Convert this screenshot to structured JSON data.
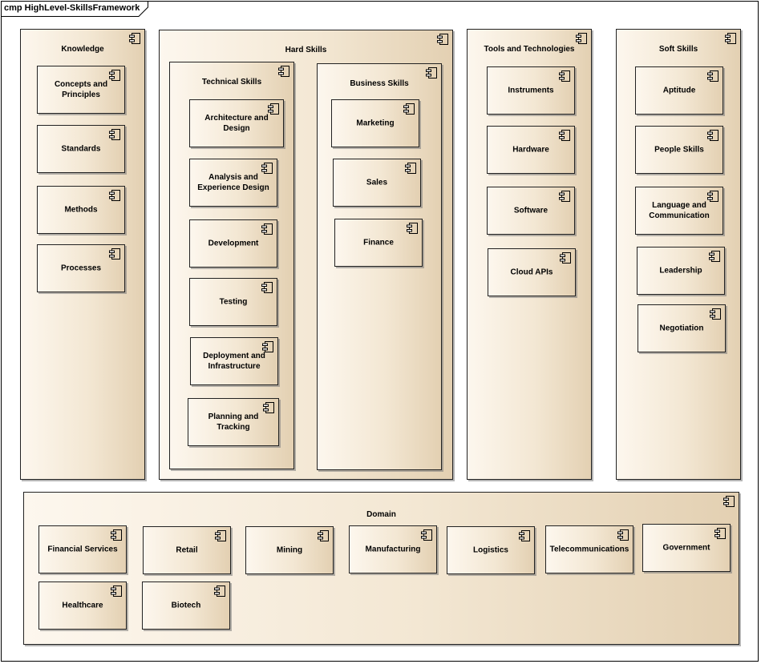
{
  "diagram_title": "cmp HighLevel-SkillsFramework",
  "icon": "uml-component-icon",
  "colors": {
    "fill_light": "#fdf7ee",
    "fill_dark": "#e3d0b2",
    "border": "#222222"
  },
  "knowledge": {
    "title": "Knowledge",
    "items": [
      "Concepts and\nPrinciples",
      "Standards",
      "Methods",
      "Processes"
    ]
  },
  "hard_skills": {
    "title": "Hard Skills",
    "technical": {
      "title": "Technical Skills",
      "items": [
        "Architecture and\nDesign",
        "Analysis and\nExperience Design",
        "Development",
        "Testing",
        "Deployment and\nInfrastructure",
        "Planning and\nTracking"
      ]
    },
    "business": {
      "title": "Business Skills",
      "items": [
        "Marketing",
        "Sales",
        "Finance"
      ]
    }
  },
  "tools": {
    "title": "Tools and Technologies",
    "items": [
      "Instruments",
      "Hardware",
      "Software",
      "Cloud APIs"
    ]
  },
  "soft_skills": {
    "title": "Soft Skills",
    "items": [
      "Aptitude",
      "People Skills",
      "Language and\nCommunication",
      "Leadership",
      "Negotiation"
    ]
  },
  "domain": {
    "title": "Domain",
    "items": [
      "Financial Services",
      "Retail",
      "Mining",
      "Manufacturing",
      "Logistics",
      "Telecommunications",
      "Government",
      "Healthcare",
      "Biotech"
    ]
  }
}
